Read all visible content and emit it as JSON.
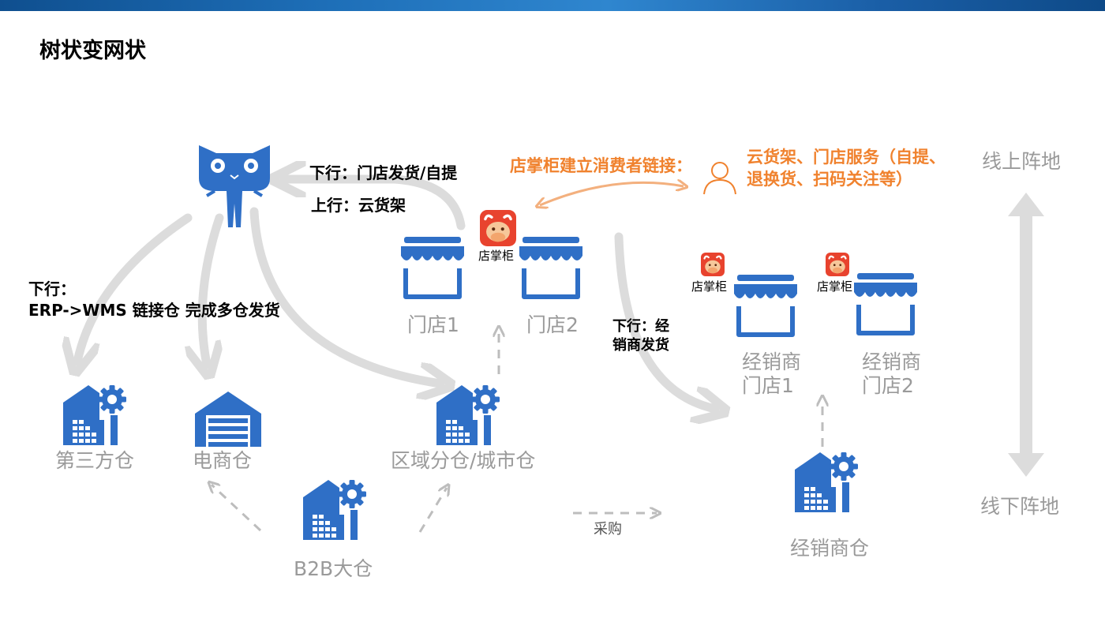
{
  "page": {
    "title": "树状变网状"
  },
  "colors": {
    "brand_blue": "#2f6fc6",
    "arrow_gray": "#dcdcdc",
    "orange": "#f0822e",
    "label_gray": "#9a9a9a",
    "badge_red": "#e8432e"
  },
  "annotations": {
    "downlink_store_ship": "下行：门店发货/自提",
    "uplink_cloud_shelf": "上行：云货架",
    "downlink_heading": "下行：",
    "erp_wms": "ERP->WMS 链接仓 完成多仓发货",
    "dealer_ship_line1": "下行：经",
    "dealer_ship_line2": "销商发货",
    "consumer_link": "店掌柜建立消费者链接：",
    "services_line1": "云货架、门店服务（自提、",
    "services_line2": "退换货、扫码关注等）",
    "procurement": "采购"
  },
  "nodes": {
    "store1": "门店1",
    "store2": "门店2",
    "dealer_store1_line1": "经销商",
    "dealer_store1_line2": "门店1",
    "dealer_store2_line1": "经销商",
    "dealer_store2_line2": "门店2",
    "third_party_wh": "第三方仓",
    "ecommerce_wh": "电商仓",
    "regional_wh": "区域分仓/城市仓",
    "b2b_wh": "B2B大仓",
    "dealer_wh": "经销商仓"
  },
  "badges": {
    "app_name": "店掌柜"
  },
  "axis": {
    "online": "线上阵地",
    "offline": "线下阵地"
  },
  "icons": {
    "tmall": "tmall-cat-icon",
    "store": "storefront-icon",
    "warehouse": "warehouse-gear-icon",
    "ecommerce": "garage-warehouse-icon",
    "badge": "dianzhanggui-bull-icon",
    "person": "person-outline-icon"
  }
}
